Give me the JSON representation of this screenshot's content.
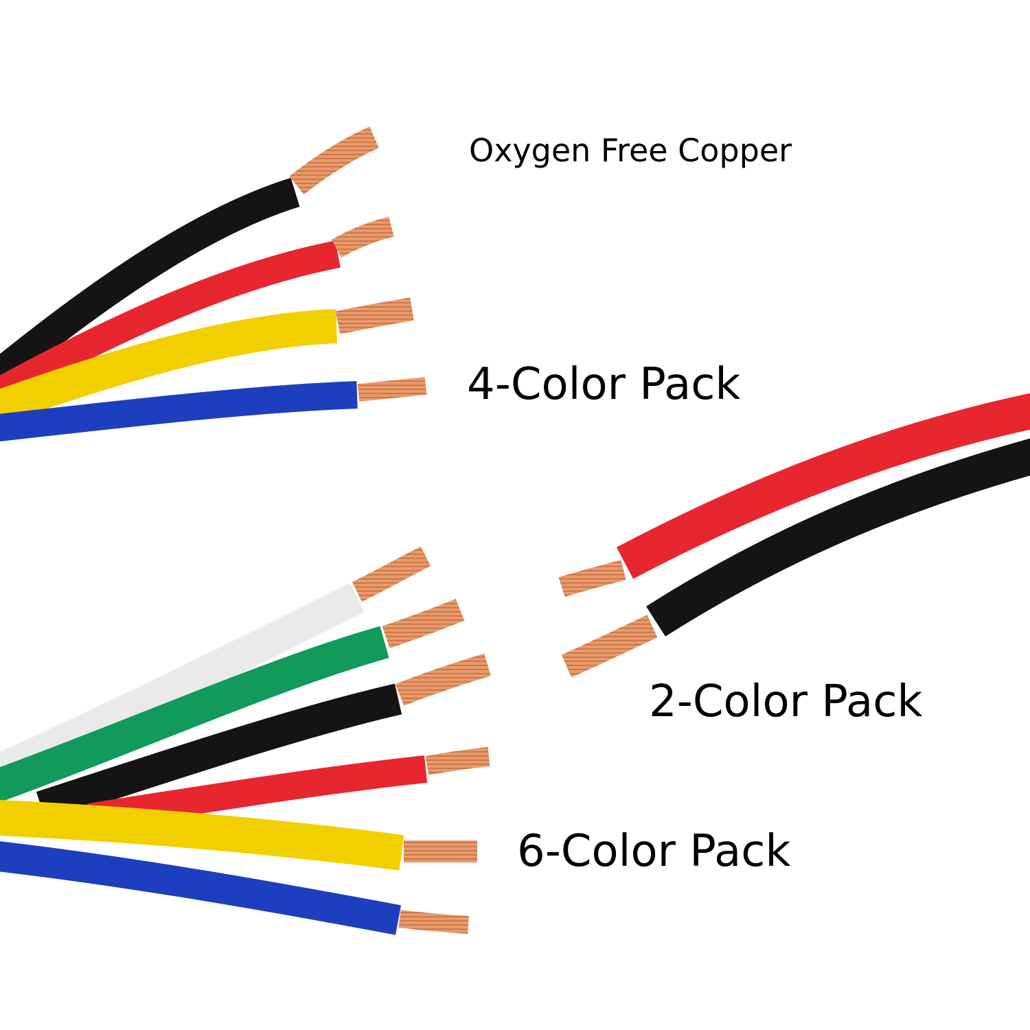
{
  "labels": {
    "copper": "Oxygen Free Copper",
    "four_pack": "4-Color Pack",
    "two_pack": "2-Color Pack",
    "six_pack": "6-Color Pack"
  },
  "colors": {
    "black": "#141414",
    "red": "#e8262f",
    "yellow": "#f2d000",
    "blue": "#1d3fbf",
    "white": "#f4f4f4",
    "green": "#119a5a",
    "copper": "#e08a5a",
    "copper_dark": "#b8603a"
  },
  "packs": [
    {
      "name": "4-Color Pack",
      "wire_colors": [
        "black",
        "red",
        "yellow",
        "blue"
      ]
    },
    {
      "name": "2-Color Pack",
      "wire_colors": [
        "red",
        "black"
      ]
    },
    {
      "name": "6-Color Pack",
      "wire_colors": [
        "white",
        "green",
        "black",
        "red",
        "yellow",
        "blue"
      ]
    }
  ]
}
